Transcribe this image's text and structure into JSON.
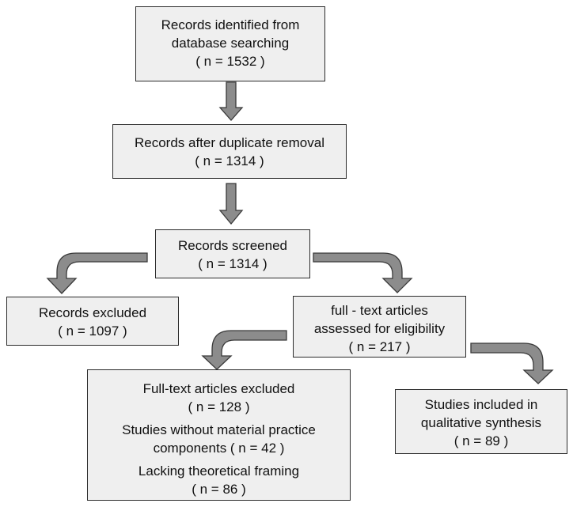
{
  "boxes": {
    "identified": {
      "line1": "Records identified from",
      "line2": "database searching",
      "count": "( n = 1532 )"
    },
    "after_duplicates": {
      "line1": "Records after duplicate removal",
      "count": "( n = 1314 )"
    },
    "screened": {
      "line1": "Records screened",
      "count": "( n = 1314 )"
    },
    "excluded": {
      "line1": "Records excluded",
      "count": "( n = 1097 )"
    },
    "fulltext_assessed": {
      "line1": "full - text articles",
      "line2": "assessed for eligibility",
      "count": "( n = 217 )"
    },
    "fulltext_excluded": {
      "line1": "Full-text articles excluded",
      "count1": "( n = 128 )",
      "line2": "Studies without material practice",
      "line3": "components ( n = 42 )",
      "line4": "Lacking theoretical framing",
      "count2": "( n = 86 )"
    },
    "included": {
      "line1": "Studies included in",
      "line2": "qualitative synthesis",
      "count": "( n = 89 )"
    }
  },
  "colors": {
    "box_fill": "#efefef",
    "box_border": "#2b2b2b",
    "arrow_fill": "#8c8c8c",
    "arrow_stroke": "#3a3a3a"
  }
}
